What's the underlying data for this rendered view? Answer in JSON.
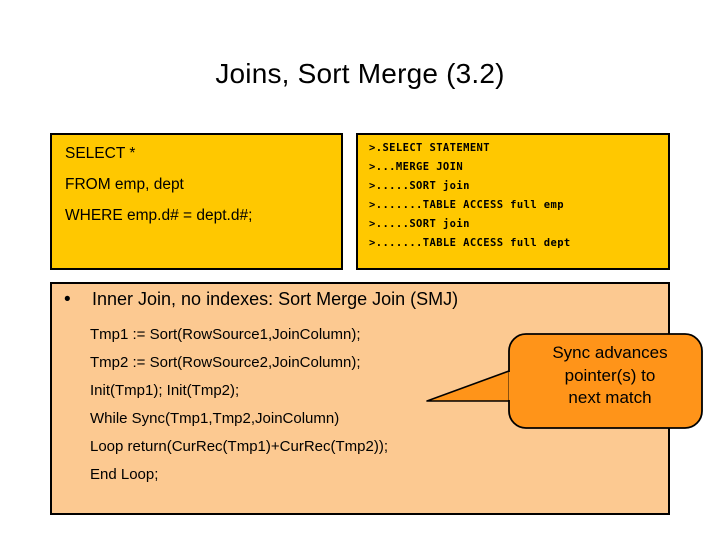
{
  "slide": {
    "title": "Joins, Sort Merge (3.2)",
    "colors": {
      "code_box_fill": "#FFC800",
      "panel_fill": "#FCC991",
      "callout_fill": "#FF9419",
      "border": "#000000",
      "text": "#000000",
      "background": "#FFFFFF"
    }
  },
  "sql_box": {
    "lines": [
      "SELECT *",
      "FROM emp, dept",
      "WHERE emp.d# = dept.d#;"
    ]
  },
  "plan_box": {
    "lines": [
      ">.SELECT STATEMENT",
      ">...MERGE JOIN",
      ">.....SORT join",
      ">.......TABLE ACCESS full emp",
      ">.....SORT join",
      ">.......TABLE ACCESS full dept"
    ]
  },
  "body_panel": {
    "bullet_marker": "•",
    "bullet_text": "Inner Join, no indexes: Sort Merge Join (SMJ)",
    "algorithm": [
      "Tmp1 := Sort(RowSource1,JoinColumn);",
      "Tmp2 := Sort(RowSource2,JoinColumn);",
      "Init(Tmp1); Init(Tmp2);",
      "While Sync(Tmp1,Tmp2,JoinColumn)",
      "Loop return(CurRec(Tmp1)+CurRec(Tmp2));",
      "End Loop;"
    ]
  },
  "callout": {
    "line1": "Sync advances",
    "line2": "pointer(s) to",
    "line3": "next match"
  }
}
